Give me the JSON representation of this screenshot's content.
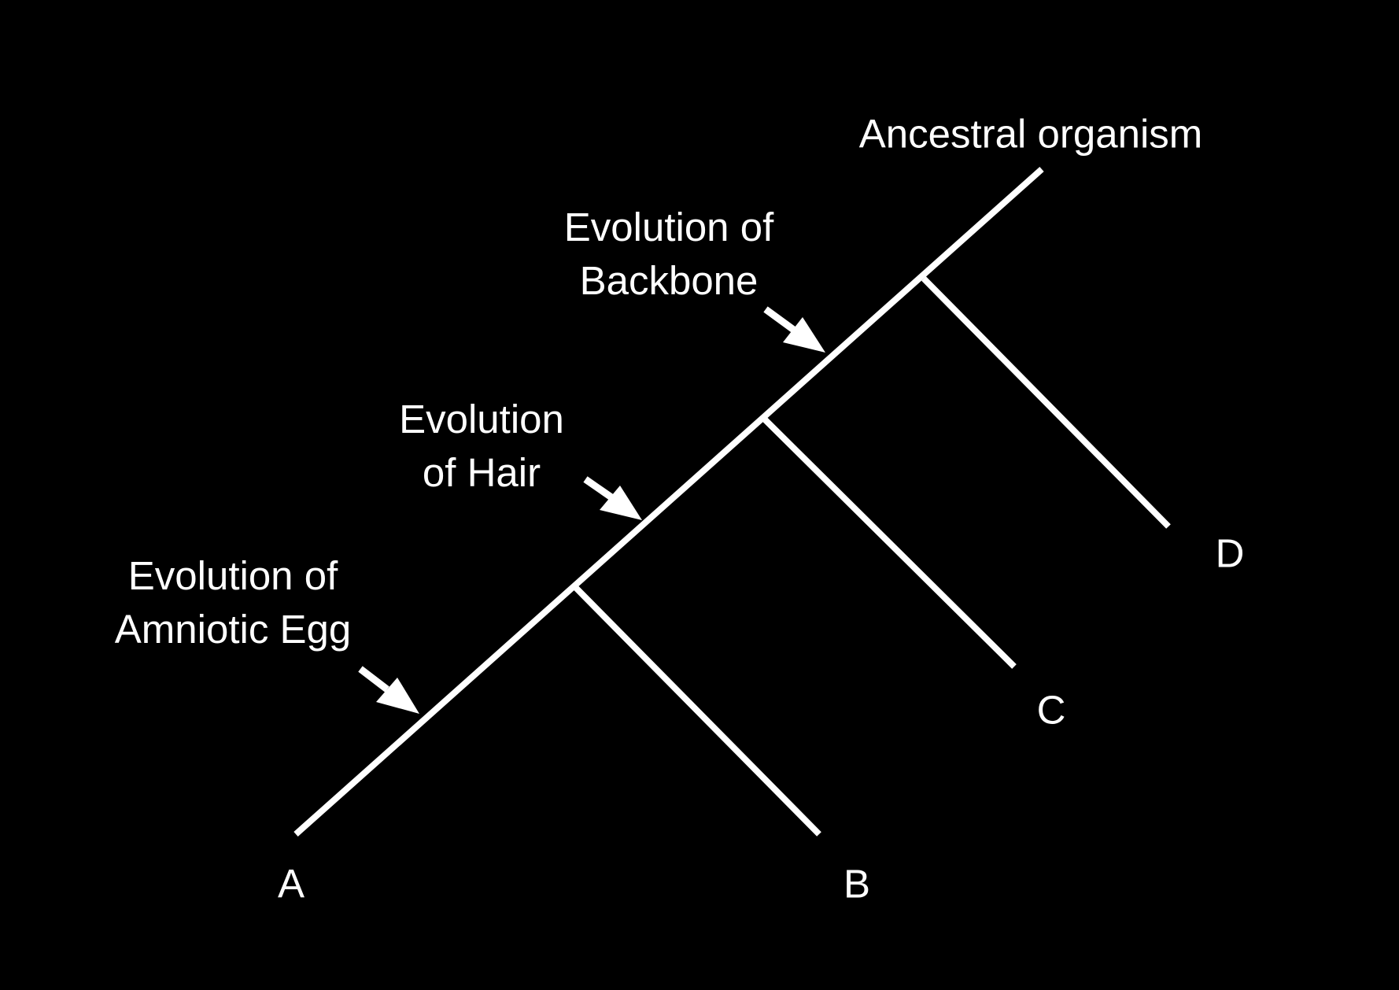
{
  "diagram": {
    "type": "cladogram",
    "background": "#000000",
    "foreground": "#ffffff",
    "root_label": "Ancestral organism",
    "taxa": [
      "A",
      "B",
      "C",
      "D"
    ],
    "traits": [
      {
        "line1": "Evolution of",
        "line2": "Backbone"
      },
      {
        "line1": "Evolution",
        "line2": "of Hair"
      },
      {
        "line1": "Evolution of",
        "line2": "Amniotic Egg"
      }
    ]
  }
}
